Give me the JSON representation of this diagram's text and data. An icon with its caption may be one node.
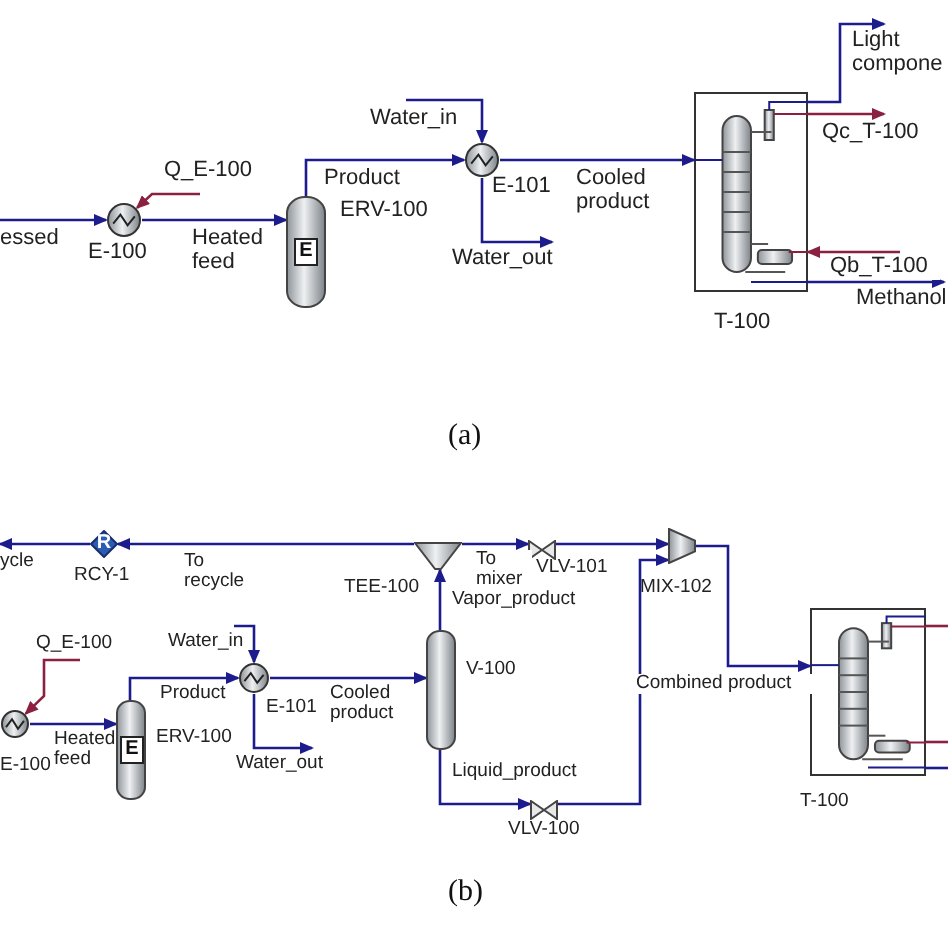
{
  "diagram": {
    "nodes": [
      {
        "text": [],
        "shape": "circle",
        "beside": [
          "E-100"
        ]
      },
      {
        "text": [],
        "shape": "cylinder",
        "beside": [
          "ERV-100"
        ]
      },
      {
        "text": [],
        "shape": "circle",
        "beside": [
          "E-101"
        ]
      },
      {
        "text": [],
        "shape": "box",
        "beside": [
          "T-100"
        ]
      },
      {
        "text": [],
        "shape": "diamond",
        "beside": [
          "RCY-1"
        ]
      },
      {
        "text": [],
        "shape": "triangle",
        "beside": [
          "TEE-100"
        ]
      },
      {
        "text": [],
        "shape": "bowtie",
        "beside": [
          "VLV-101"
        ]
      },
      {
        "text": [],
        "shape": "trapezoid",
        "beside": [
          "MIX-102"
        ]
      },
      {
        "text": [],
        "shape": "circle",
        "beside": [
          "E-100"
        ]
      },
      {
        "text": [],
        "shape": "cylinder",
        "beside": [
          "ERV-100"
        ]
      },
      {
        "text": [],
        "shape": "circle",
        "beside": [
          "E-101"
        ]
      },
      {
        "text": [],
        "shape": "cylinder",
        "beside": [
          "V-100"
        ]
      },
      {
        "text": [],
        "shape": "bowtie",
        "beside": [
          "VLV-100"
        ]
      },
      {
        "text": [],
        "shape": "box",
        "beside": [
          "T-100"
        ]
      }
    ],
    "edges": [
      {
        "from": null,
        "to": 0,
        "arrow": "to",
        "label": "essed"
      },
      {
        "from": null,
        "to": 0,
        "arrow": "to",
        "label": "Q_E-100",
        "color": "#8b2040"
      },
      {
        "from": 0,
        "to": 1,
        "arrow": "to",
        "label": "Heated feed"
      },
      {
        "from": 1,
        "to": 2,
        "arrow": "to",
        "label": "Product"
      },
      {
        "from": null,
        "to": 2,
        "arrow": "to",
        "label": "Water_in"
      },
      {
        "from": 2,
        "to": null,
        "arrow": "to",
        "label": "Water_out"
      },
      {
        "from": 2,
        "to": 3,
        "arrow": "to",
        "label": "Cooled product"
      },
      {
        "from": 3,
        "to": null,
        "arrow": "to",
        "label": "Light compone"
      },
      {
        "from": 3,
        "to": null,
        "arrow": "to",
        "label": "Qc_T-100",
        "color": "#8b2040"
      },
      {
        "from": null,
        "to": 3,
        "arrow": "to",
        "label": "Qb_T-100",
        "color": "#8b2040"
      },
      {
        "from": 3,
        "to": null,
        "arrow": "to",
        "label": "Methanol"
      },
      {
        "from": 4,
        "to": null,
        "arrow": "to",
        "label": "ycle"
      },
      {
        "from": 5,
        "to": 4,
        "arrow": "to",
        "label": "To recycle"
      },
      {
        "from": 5,
        "to": 6,
        "arrow": "to",
        "label": "To mixer"
      },
      {
        "from": 6,
        "to": 7,
        "arrow": "to"
      },
      {
        "from": null,
        "to": 8,
        "arrow": "to",
        "label": "Q_E-100",
        "color": "#8b2040"
      },
      {
        "from": 8,
        "to": 9,
        "arrow": "to",
        "label": "Heated feed"
      },
      {
        "from": 9,
        "to": 10,
        "arrow": "to",
        "label": "Product"
      },
      {
        "from": null,
        "to": 10,
        "arrow": "to",
        "label": "Water_in"
      },
      {
        "from": 10,
        "to": null,
        "arrow": "to",
        "label": "Water_out"
      },
      {
        "from": 10,
        "to": 11,
        "arrow": "to",
        "label": "Cooled product"
      },
      {
        "from": 11,
        "to": 5,
        "arrow": "to",
        "label": "Vapor_product"
      },
      {
        "from": 11,
        "to": 12,
        "arrow": "to",
        "label": "Liquid_product"
      },
      {
        "from": 12,
        "to": 7,
        "arrow": "to"
      },
      {
        "from": 7,
        "to": 13,
        "arrow": "to",
        "label": "Combined product"
      },
      {
        "from": 13,
        "to": null,
        "arrow": "none",
        "color": "#8b2040"
      },
      {
        "from": 13,
        "to": null,
        "arrow": "none",
        "color": "#8b2040"
      },
      {
        "from": 13,
        "to": null,
        "arrow": "none"
      }
    ],
    "labels": [
      "E",
      "(a)",
      "R",
      "E",
      "(b)"
    ]
  }
}
